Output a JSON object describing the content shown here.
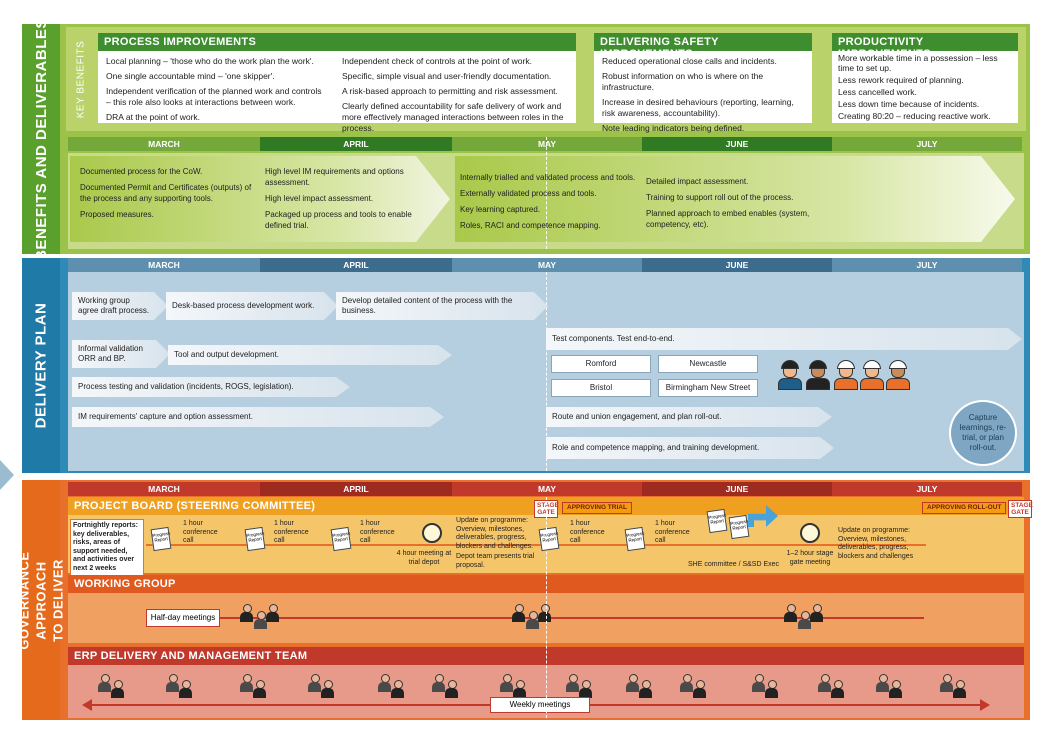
{
  "sections": {
    "benefits": "BENEFITS AND DELIVERABLES",
    "delivery": "DELIVERY PLAN",
    "governance": "GOVERNANCE APPROACH TO DELIVER"
  },
  "key_benefits": {
    "label": "KEY BENEFITS",
    "process": {
      "title": "PROCESS IMPROVEMENTS",
      "col1": [
        "Local planning – 'those who do the work plan the work'.",
        "One single accountable mind – 'one skipper'.",
        "Independent verification of the planned work and controls – this role also looks at interactions between work.",
        "DRA at the point of work."
      ],
      "col2": [
        "Independent check of controls at the point of work.",
        "Specific, simple visual and user-friendly documentation.",
        "A risk-based approach to permitting and risk assessment.",
        "Clearly defined accountability for safe delivery of work and more effectively managed interactions between roles in the process."
      ]
    },
    "safety": {
      "title": "DELIVERING SAFETY IMPROVEMENTS",
      "items": [
        "Reduced operational close calls and incidents.",
        "Robust information on who is where on the infrastructure.",
        "Increase in desired behaviours (reporting, learning, risk awareness, accountability).",
        "Note leading indicators being defined."
      ]
    },
    "productivity": {
      "title": "PRODUCTIVITY IMPROVEMENTS",
      "items": [
        "More workable time in a possession – less time to set up.",
        "Less rework required of planning.",
        "Less cancelled work.",
        "Less down time because of incidents.",
        "Creating 80:20 – reducing reactive work."
      ]
    }
  },
  "months": [
    "MARCH",
    "APRIL",
    "MAY",
    "JUNE",
    "JULY"
  ],
  "deliverables": {
    "march": [
      "Documented process for the CoW.",
      "Documented Permit and Certificates (outputs) of the process and any supporting tools.",
      "Proposed measures."
    ],
    "april": [
      "High level IM requirements and options assessment.",
      "High level impact assessment.",
      "Packaged up process and tools to enable defined trial."
    ],
    "may": [
      "Internally trialled and validated process and tools.",
      "Externally validated process and tools.",
      "Key learning captured.",
      "Roles, RACI and competence mapping."
    ],
    "june": [
      "Detailed impact assessment.",
      "Training to support roll out of the process.",
      "Planned approach to embed enables (system, competency, etc)."
    ]
  },
  "delivery_plan": {
    "tasks": [
      "Working group agree draft process.",
      "Desk-based process development work.",
      "Develop detailed content of the process with the business.",
      "Test components. Test end-to-end.",
      "Informal validation ORR and BP.",
      "Tool and output development.",
      "Process testing and validation (incidents, ROGS, legislation).",
      "IM requirements' capture and option assessment.",
      "Route and union engagement, and plan roll-out.",
      "Role and competence mapping, and training development."
    ],
    "locations": [
      "Romford",
      "Newcastle",
      "Bristol",
      "Birmingham New Street"
    ],
    "capture": "Capture learnings, re-trial, or plan roll-out."
  },
  "governance": {
    "project_board": "PROJECT BOARD (STEERING COMMITTEE)",
    "fortnightly": "Fortnightly reports: key deliverables, risks, areas of support needed, and activities over next 2 weeks",
    "conference": "1 hour conference call",
    "doc_label": "Progress Report",
    "meeting_4h": "4 hour meeting at trial depot",
    "update1": "Update on programme: Overview, milestones, deliverables, progress, blockers and challenges.",
    "depot": "Depot team presents trial proposal.",
    "she": "SHE committee / S&SD Exec",
    "stage_meeting": "1–2 hour stage gate meeting",
    "update2": "Update on programme: Overview, milestones, deliverables, progress, blockers and challenges",
    "stage_gate": "STAGE GATE",
    "approving_trial": "APPROVING TRIAL",
    "approving_rollout": "APPROVING ROLL-OUT",
    "working_group": "WORKING GROUP",
    "half_day": "Half-day meetings",
    "erp": "ERP DELIVERY AND MANAGEMENT TEAM",
    "weekly": "Weekly meetings"
  },
  "colors": {
    "green_dark": "#3e8e2f",
    "green_light": "#9bc34a",
    "blue": "#2e8bb8",
    "orange": "#e8702a",
    "red": "#c0392b"
  }
}
